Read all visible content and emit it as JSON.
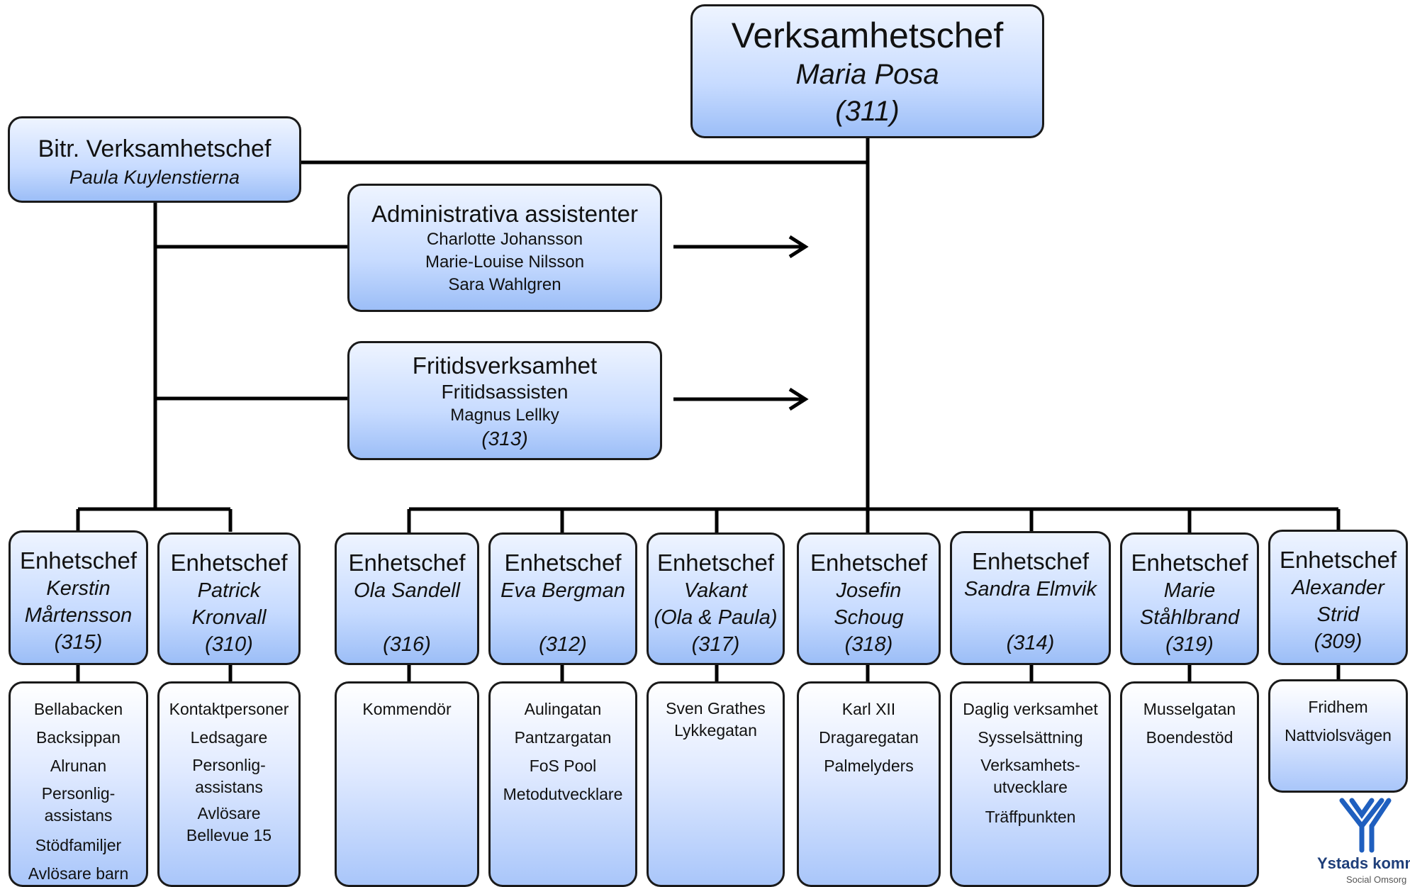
{
  "top": {
    "title": "Verksamhetschef",
    "name": "Maria Posa",
    "code": "(311)"
  },
  "vice": {
    "title": "Bitr. Verksamhetschef",
    "name": "Paula Kuylenstierna"
  },
  "admin": {
    "title": "Administrativa assistenter",
    "people": [
      "Charlotte Johansson",
      "Marie-Louise Nilsson",
      "Sara Wahlgren"
    ]
  },
  "fritid": {
    "title": "Fritidsverksamhet",
    "role": "Fritidsassisten",
    "name": "Magnus Lellky",
    "code": "(313)"
  },
  "units": [
    {
      "title": "Enhetschef",
      "name": "Kerstin\nMårtensson",
      "code": "(315)",
      "items": [
        "Bellabacken",
        "Backsippan",
        "Alrunan",
        "Personlig-\nassistans",
        "Stödfamiljer",
        "Avlösare barn"
      ]
    },
    {
      "title": "Enhetschef",
      "name": "Patrick\nKronvall",
      "code": "(310)",
      "items": [
        "Kontaktpersoner",
        "Ledsagare",
        "Personlig-\nassistans",
        "Avlösare\nBellevue 15"
      ]
    },
    {
      "title": "Enhetschef",
      "name": "Ola Sandell",
      "code": "(316)",
      "items": [
        "Kommendör"
      ]
    },
    {
      "title": "Enhetschef",
      "name": "Eva Bergman",
      "code": "(312)",
      "items": [
        "Aulingatan",
        "Pantzargatan",
        "FoS Pool",
        "Metodutvecklare"
      ]
    },
    {
      "title": "Enhetschef",
      "name": "Vakant\n(Ola & Paula)",
      "code": "(317)",
      "items": [
        "Sven Grathes\nLykkegatan"
      ]
    },
    {
      "title": "Enhetschef",
      "name": "Josefin\nSchoug",
      "code": "(318)",
      "items": [
        "Karl XII",
        "Dragaregatan",
        "Palmelyders"
      ]
    },
    {
      "title": "Enhetschef",
      "name": "Sandra Elmvik",
      "code": "(314)",
      "items": [
        "Daglig verksamhet",
        "Sysselsättning",
        "Verksamhets-\nutvecklare",
        "Träffpunkten"
      ]
    },
    {
      "title": "Enhetschef",
      "name": "Marie\nStåhlbrand",
      "code": "(319)",
      "items": [
        "Musselgatan",
        "Boendestöd"
      ]
    },
    {
      "title": "Enhetschef",
      "name": "Alexander\nStrid",
      "code": "(309)",
      "items": [
        "Fridhem",
        "Nattviolsvägen"
      ]
    }
  ],
  "logo": {
    "name": "Ystads komm",
    "sub": "Social Omsorg",
    "color": "#1f5fbf"
  },
  "colors": {
    "box_top": "#eef4ff",
    "box_bottom": "#9cbef7",
    "line": "#000000"
  }
}
